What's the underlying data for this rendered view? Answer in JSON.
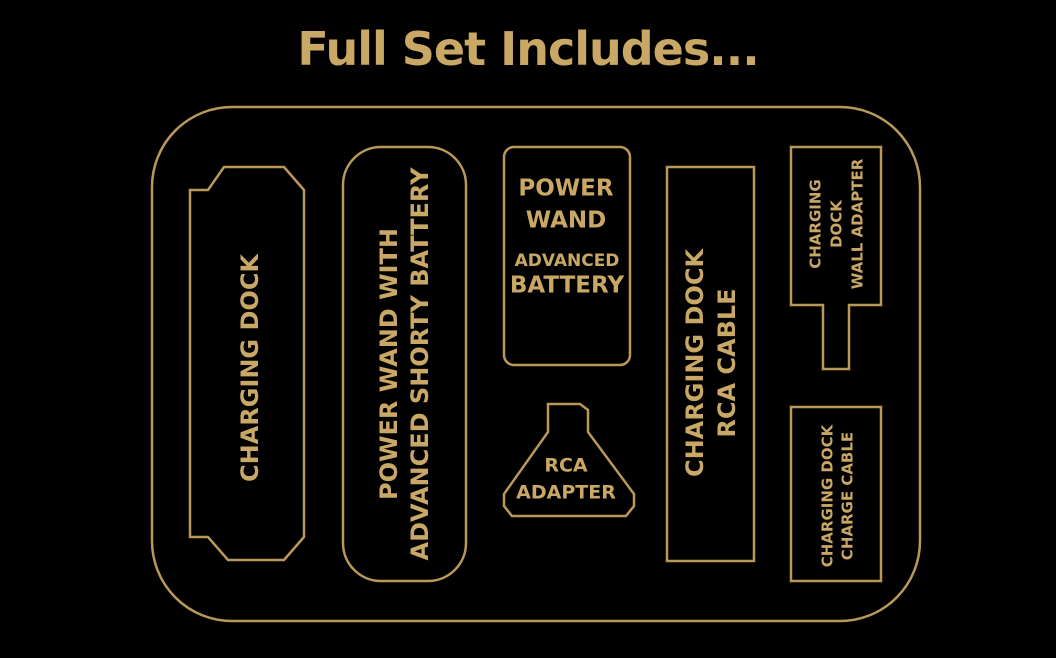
{
  "title": "Full Set Includes...",
  "colors": {
    "background": "#000000",
    "outline": "#B99859",
    "label": "#C9A765"
  },
  "items": {
    "charging_dock": [
      "CHARGING DOCK"
    ],
    "power_wand_shorty": [
      "POWER WAND WITH",
      "ADVANCED SHORTY BATTERY"
    ],
    "power_wand_advanced": {
      "heading": [
        "POWER",
        "WAND"
      ],
      "sub": [
        "ADVANCED",
        "BATTERY"
      ]
    },
    "rca_adapter": [
      "RCA",
      "ADAPTER"
    ],
    "rca_cable": [
      "CHARGING DOCK",
      "RCA CABLE"
    ],
    "wall_adapter": [
      "CHARGING",
      "DOCK",
      "WALL ADAPTER"
    ],
    "charge_cable": [
      "CHARGING DOCK",
      "CHARGE CABLE"
    ]
  }
}
